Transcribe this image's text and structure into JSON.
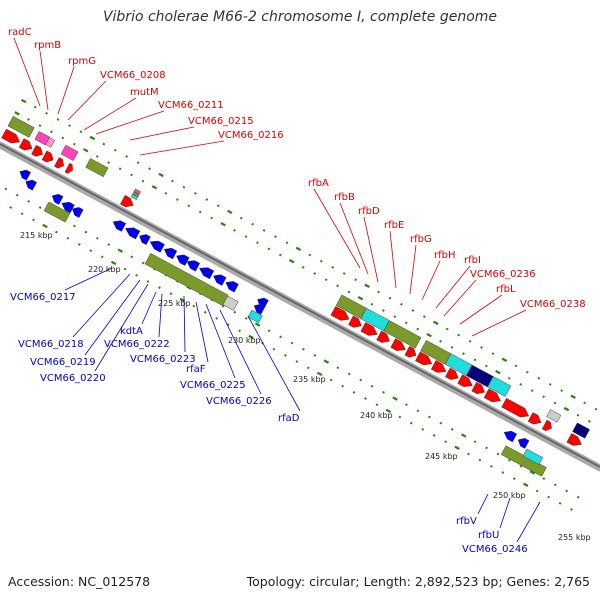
{
  "title": "Vibrio cholerae M66-2 chromosome I, complete genome",
  "footer": {
    "accession": "Accession: NC_012578",
    "summary": "Topology: circular; Length: 2,892,523 bp; Genes: 2,765"
  },
  "colors": {
    "forward_label": "#dd0000",
    "reverse_label": "#0000cc",
    "backbone": "#888888",
    "tick": "#228800",
    "gene_red": "#ff0000",
    "gene_blue": "#0000ee",
    "olive": "#7a9a2a",
    "cyan": "#22dddd",
    "navy": "#00007a",
    "pink": "#ff44bb",
    "gray": "#cccccc"
  },
  "kbp_ticks": [
    "215 kbp",
    "220 kbp",
    "225 kbp",
    "230 kbp",
    "235 kbp",
    "240 kbp",
    "245 kbp",
    "250 kbp",
    "255 kbp"
  ],
  "forward_genes": [
    "radC",
    "rpmB",
    "rpmG",
    "VCM66_0208",
    "mutM",
    "VCM66_0211",
    "VCM66_0215",
    "VCM66_0216",
    "rfbA",
    "rfbB",
    "rfbD",
    "rfbE",
    "rfbG",
    "rfbH",
    "rfbI",
    "VCM66_0236",
    "rfbL",
    "VCM66_0238"
  ],
  "reverse_genes": [
    "VCM66_0217",
    "VCM66_0218",
    "VCM66_0219",
    "VCM66_0220",
    "kdtA",
    "VCM66_0222",
    "VCM66_0223",
    "rfaF",
    "VCM66_0225",
    "VCM66_0226",
    "rfaD",
    "rfbV",
    "rfbU",
    "VCM66_0246"
  ]
}
